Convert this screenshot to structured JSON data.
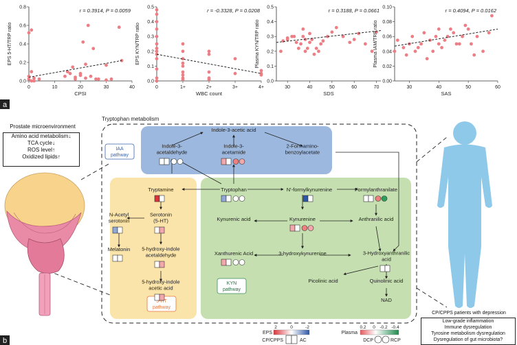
{
  "panel_labels": {
    "a": "a",
    "b": "b"
  },
  "charts": [
    {
      "id": "c1",
      "stat": "r = 0.3914, P = 0.0059",
      "ylabel": "EPS 5-HT/TRP ratio",
      "xlabel": "CPSI",
      "yticks": [
        "0.8",
        "0.6",
        "0.4",
        "0.2",
        "0.0"
      ],
      "xticks": [
        "0",
        "10",
        "20",
        "30",
        "40"
      ]
    },
    {
      "id": "c2",
      "stat": "r = -0.3328, P = 0.0208",
      "ylabel": "EPS KYN/TRP ratio",
      "xlabel": "WBC count",
      "yticks": [
        "0.5",
        "0.4",
        "0.3",
        "0.2",
        "0.1",
        "0.0"
      ],
      "xticks": [
        "0",
        "1+",
        "2+",
        "3+",
        "4+"
      ]
    },
    {
      "id": "c3",
      "stat": "r = 0.3188, P = 0.0661",
      "ylabel": "Plasma KYN/TRP ratio",
      "xlabel": "SDS",
      "yticks": [
        "0.5",
        "0.4",
        "0.3",
        "0.2",
        "0.1",
        "0.0"
      ],
      "xticks": [
        "30",
        "40",
        "50",
        "60",
        "70"
      ]
    },
    {
      "id": "c4",
      "stat": "r = 0.4094, P = 0.0162",
      "ylabel": "Plasma IAM/TRP ratio",
      "xlabel": "SAS",
      "yticks": [
        "0.10",
        "0.08",
        "0.06",
        "0.04",
        "0.02",
        "0.00"
      ],
      "xticks": [
        "30",
        "40",
        "50",
        "60"
      ]
    }
  ],
  "chart_data": [
    {
      "type": "scatter",
      "xlabel": "CPSI",
      "ylabel": "EPS 5-HT/TRP ratio",
      "xlim": [
        0,
        40
      ],
      "ylim": [
        0,
        0.8
      ],
      "x": [
        0,
        0,
        0,
        1,
        1,
        2,
        4,
        14,
        15,
        16,
        17,
        18,
        18,
        20,
        20,
        21,
        22,
        22,
        23,
        24,
        25,
        26,
        30,
        30,
        32,
        35,
        36,
        1,
        2,
        27
      ],
      "y": [
        0.52,
        0.05,
        0.02,
        0.1,
        0.55,
        0.03,
        0.02,
        0.05,
        0.1,
        0.08,
        0.15,
        0.04,
        0.02,
        0.06,
        0.08,
        0.42,
        0.03,
        0.18,
        0.6,
        0.05,
        0.35,
        0.02,
        0.01,
        0.17,
        0.02,
        0.58,
        0.22,
        0.0,
        0.0,
        0.02
      ],
      "trend": [
        [
          0,
          0.04
        ],
        [
          36,
          0.22
        ]
      ]
    },
    {
      "type": "scatter",
      "xlabel": "WBC count",
      "ylabel": "EPS KYN/TRP ratio",
      "xlim": [
        0,
        4
      ],
      "ylim": [
        0,
        0.5
      ],
      "x": [
        0,
        0,
        0,
        0,
        0,
        0,
        0,
        0,
        0,
        0,
        0,
        0,
        0,
        1,
        1,
        1,
        1,
        1,
        1,
        1,
        1,
        1,
        2,
        2,
        2,
        2,
        2,
        3,
        3,
        4,
        4,
        4
      ],
      "y": [
        0.48,
        0.45,
        0.4,
        0.35,
        0.3,
        0.25,
        0.22,
        0.2,
        0.18,
        0.15,
        0.08,
        0.02,
        0.0,
        0.25,
        0.2,
        0.15,
        0.12,
        0.1,
        0.06,
        0.04,
        0.02,
        0.01,
        0.2,
        0.18,
        0.06,
        0.02,
        0.01,
        0.15,
        0.05,
        0.07,
        0.05,
        0.04
      ],
      "trend": [
        [
          0,
          0.18
        ],
        [
          4,
          0.05
        ]
      ]
    },
    {
      "type": "scatter",
      "xlabel": "SDS",
      "ylabel": "Plasma KYN/TRP ratio",
      "xlim": [
        25,
        72
      ],
      "ylim": [
        0,
        0.5
      ],
      "x": [
        27,
        28,
        30,
        30,
        32,
        33,
        34,
        35,
        36,
        37,
        37,
        38,
        38,
        39,
        40,
        40,
        41,
        42,
        43,
        44,
        45,
        46,
        48,
        50,
        52,
        55,
        58,
        60,
        62,
        65,
        68,
        70
      ],
      "y": [
        0.2,
        0.27,
        0.28,
        0.29,
        0.3,
        0.3,
        0.26,
        0.22,
        0.25,
        0.3,
        0.35,
        0.2,
        0.28,
        0.22,
        0.32,
        0.26,
        0.28,
        0.18,
        0.22,
        0.2,
        0.25,
        0.27,
        0.3,
        0.33,
        0.36,
        0.3,
        0.26,
        0.28,
        0.32,
        0.25,
        0.2,
        0.33
      ],
      "trend": [
        [
          25,
          0.26
        ],
        [
          72,
          0.34
        ]
      ]
    },
    {
      "type": "scatter",
      "xlabel": "SAS",
      "ylabel": "Plasma IAM/TRP ratio",
      "xlim": [
        25,
        60
      ],
      "ylim": [
        0,
        0.1
      ],
      "x": [
        25,
        26,
        28,
        29,
        30,
        31,
        32,
        33,
        34,
        35,
        36,
        37,
        38,
        39,
        40,
        40,
        41,
        42,
        43,
        44,
        45,
        46,
        47,
        48,
        49,
        50,
        51,
        52,
        53,
        55,
        57,
        58
      ],
      "y": [
        0.04,
        0.055,
        0.045,
        0.035,
        0.05,
        0.06,
        0.04,
        0.045,
        0.05,
        0.065,
        0.03,
        0.055,
        0.04,
        0.06,
        0.07,
        0.05,
        0.045,
        0.055,
        0.06,
        0.07,
        0.065,
        0.05,
        0.05,
        0.06,
        0.075,
        0.07,
        0.05,
        0.035,
        0.06,
        0.04,
        0.065,
        0.088
      ],
      "trend": [
        [
          25,
          0.047
        ],
        [
          60,
          0.07
        ]
      ]
    }
  ],
  "diagram": {
    "title": "Tryptophan metabolism",
    "left_box_title": "Prostate microenvironment",
    "left_box_lines": [
      "Amino acid metabolism↓",
      "TCA cycle↓",
      "ROS level↑",
      "Oxidized lipids↑"
    ],
    "right_title": "CP/CPPS patients with depression",
    "right_box_lines": [
      "Low-grade inflammation",
      "Immune dysregulation",
      "Tyrosine metabolism dysregulation",
      "Dysregulation of gut microbiota?"
    ],
    "pathways": {
      "iaa": [
        "IAA",
        "pathway"
      ],
      "ht": [
        "5-HT",
        "pathway"
      ],
      "kyn": [
        "KYN",
        "pathway"
      ]
    },
    "nodes": {
      "indole3acetic": "Indole-3-acetic acid",
      "indole3acetaldehyde": [
        "Indole-3-",
        "acetaldehyde"
      ],
      "indole3acetamide": [
        "Indole-3-",
        "acetamide"
      ],
      "formamino": [
        "2-Formamino-",
        "benzoylacetate"
      ],
      "tryptamine": "Tryptamine",
      "tryptophan": "Tryptophan",
      "nformyl": "N'-formylkynurenine",
      "formylanth": "Formylanthranilate",
      "nacetyl": [
        "N-Acetyl",
        "serotonin"
      ],
      "serotonin": [
        "Serotonin",
        "(5-HT)"
      ],
      "kynurenic": "Kynurenic acid",
      "kynurenine": "Kynurenine",
      "anthranilic": "Anthranilic acid",
      "melatonin": "Melatonin",
      "hia": [
        "5-hydroxy-indole",
        "acetaldehyde"
      ],
      "xanthurenic": "Xanthurenic Acid",
      "hydroxyky": "3-hydroxykynurenine",
      "haa": [
        "3-Hydroxyanthranilic",
        "acid"
      ],
      "hiaa": [
        "5-hydroxy-indole",
        "acetic acid"
      ],
      "picolinic": "Picolinic acid",
      "quinolinic": "Quinolinic acid",
      "nad": "NAD"
    },
    "legend": {
      "eps": "EPS",
      "eps_ticks": [
        "2",
        "0",
        "-2"
      ],
      "plasma": "Plasma",
      "plasma_ticks": [
        "0.2",
        "0",
        "-0.2",
        "-0.4"
      ],
      "cp_cpps": "CP/CPPS",
      "ac": "AC",
      "dcp": "DCP",
      "rcp": "RCP"
    },
    "colors": {
      "iaa_bg": "#9db8de",
      "ht_bg": "#fbe4a9",
      "kyn_bg": "#c6dfb1",
      "red": "#e5545a",
      "blue": "#4a6fb3",
      "dot": "#f08080",
      "green": "#2e9e5b"
    }
  }
}
